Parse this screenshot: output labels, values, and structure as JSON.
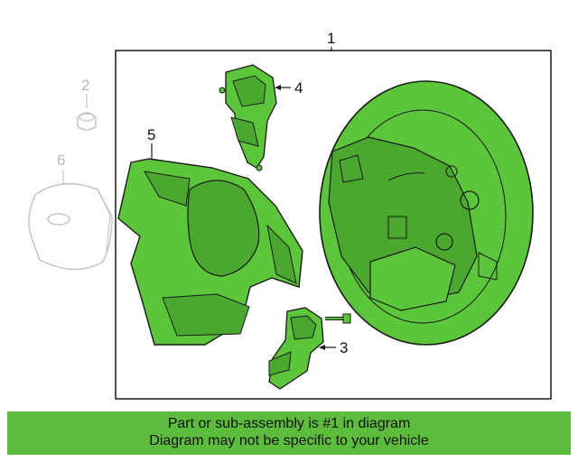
{
  "diagram": {
    "callouts": {
      "c1": "1",
      "c2": "2",
      "c3": "3",
      "c4": "4",
      "c5": "5",
      "c6": "6"
    }
  },
  "banner": {
    "line1": "Part or sub-assembly is #1 in diagram",
    "line2": "Diagram may not be specific to your vehicle"
  },
  "colors": {
    "highlight": "#5cc63a",
    "banner": "#5cbc3c",
    "outline": "#1a1a1a",
    "ghost": "#c4c4c4"
  }
}
